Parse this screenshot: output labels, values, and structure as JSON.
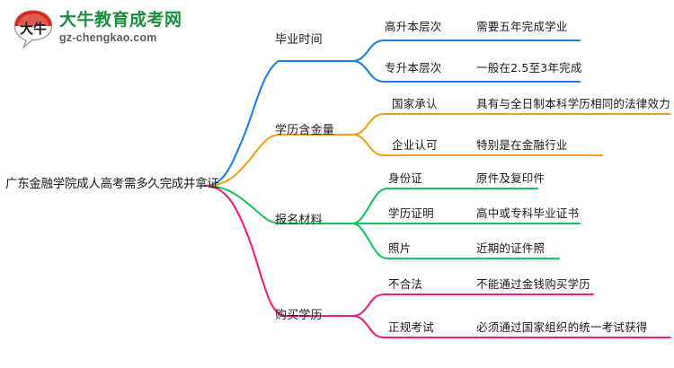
{
  "logo": {
    "mark_text": "大牛",
    "name_cn": "大牛教育成考网",
    "name_en": "gz-chengkao.com",
    "brand_green": "#1a8f3c",
    "brand_red": "#d92b1f"
  },
  "mindmap": {
    "root": {
      "title": "广东金融学院成人高考需多久完成并拿证"
    },
    "branches": [
      {
        "label": "毕业时间",
        "color": "#1f7fe8",
        "children": [
          {
            "label": "高升本层次",
            "detail": "需要五年完成学业"
          },
          {
            "label": "专升本层次",
            "detail": "一般在2.5至3年完成"
          }
        ]
      },
      {
        "label": "学历含金量",
        "color": "#f0a019",
        "children": [
          {
            "label": "国家承认",
            "detail": "具有与全日制本科学历相同的法律效力"
          },
          {
            "label": "企业认可",
            "detail": "特别是在金融行业"
          }
        ]
      },
      {
        "label": "报名材料",
        "color": "#16c45f",
        "children": [
          {
            "label": "身份证",
            "detail": "原件及复印件"
          },
          {
            "label": "学历证明",
            "detail": "高中或专科毕业证书"
          },
          {
            "label": "照片",
            "detail": "近期的证件照"
          }
        ]
      },
      {
        "label": "购买学历",
        "color": "#f01f7f",
        "children": [
          {
            "label": "不合法",
            "detail": "不能通过金钱购买学历"
          },
          {
            "label": "正规考试",
            "detail": "必须通过国家组织的统一考试获得"
          }
        ]
      }
    ]
  }
}
